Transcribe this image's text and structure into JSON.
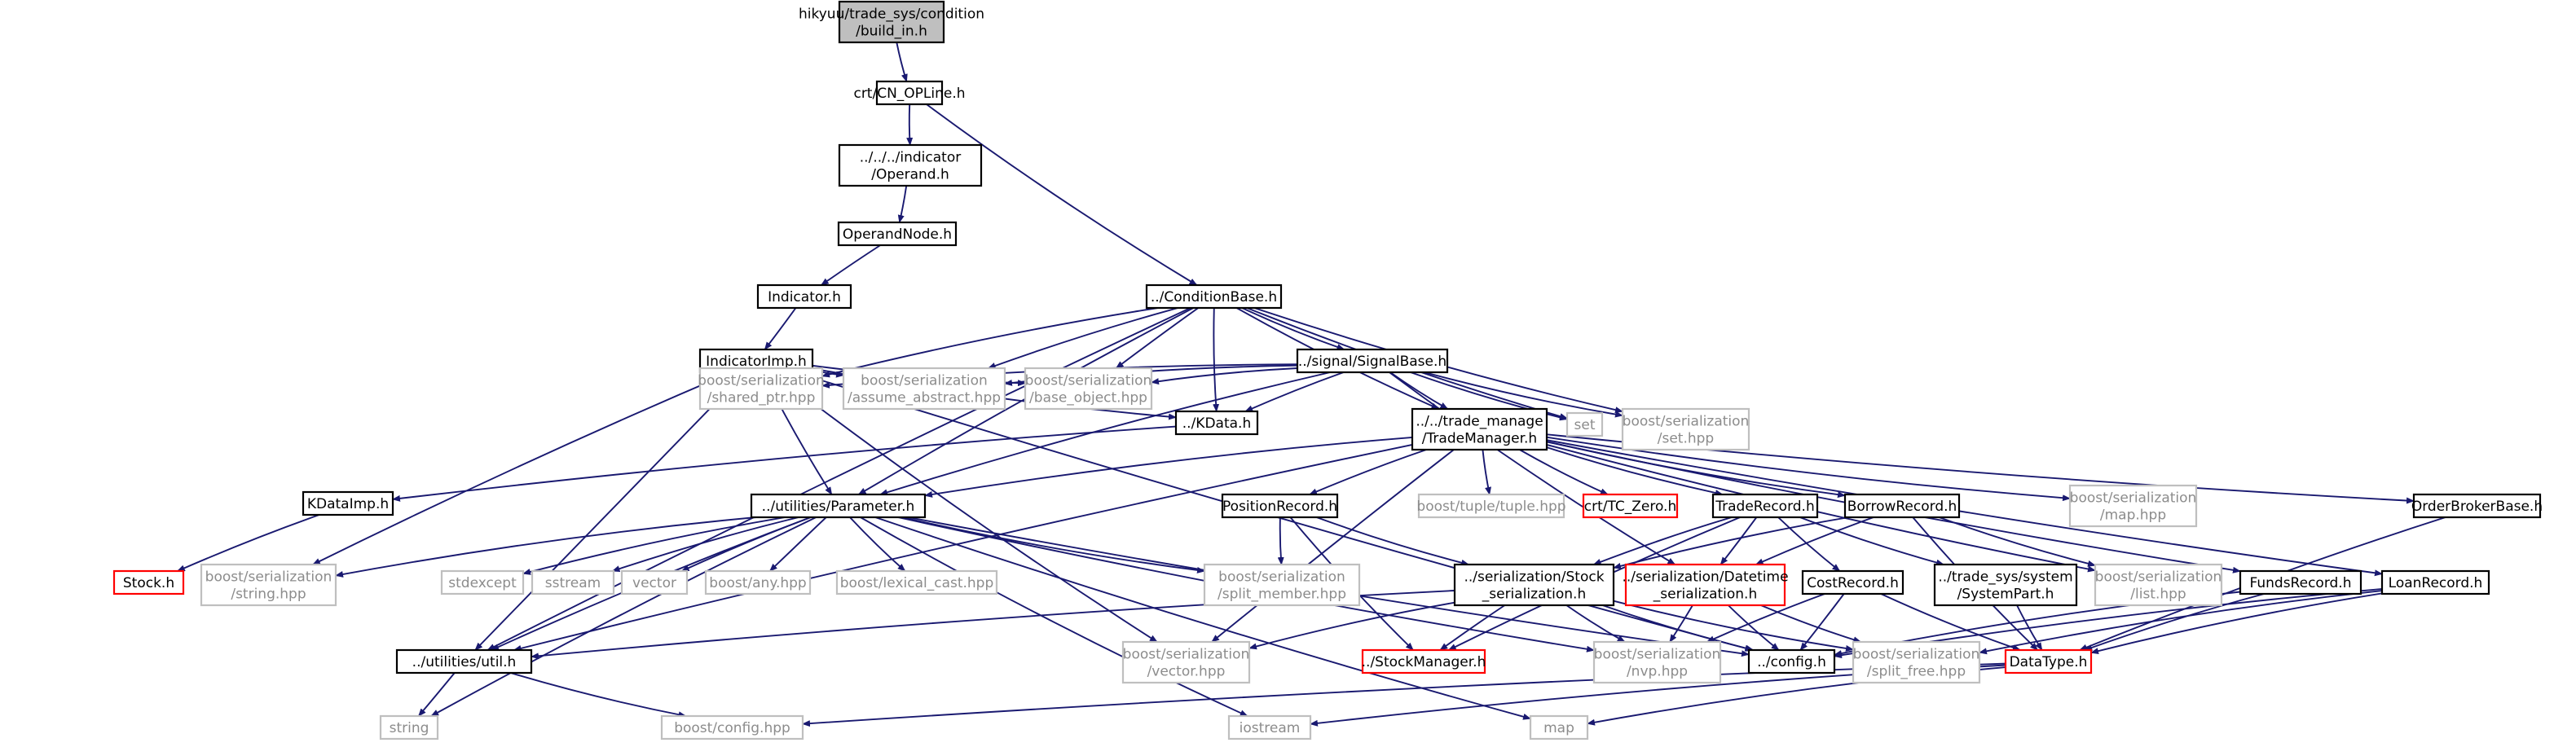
{
  "colors": {
    "edge": "#191970",
    "gray_edge": "#a9a9a9",
    "gray_border": "#bfbfbf",
    "gray_text": "#8c8c8c",
    "red_border": "#ff0000",
    "black": "#000000",
    "root_fill": "#bfbfbf"
  },
  "nodes": [
    {
      "id": "root",
      "lines": [
        "hikyuu/trade_sys/condition",
        "/build_in.h"
      ],
      "style": "root"
    },
    {
      "id": "cn_opline",
      "lines": [
        "crt/CN_OPLine.h"
      ],
      "style": "normal"
    },
    {
      "id": "operand",
      "lines": [
        "../../../indicator",
        "/Operand.h"
      ],
      "style": "normal"
    },
    {
      "id": "operandnode",
      "lines": [
        "OperandNode.h"
      ],
      "style": "normal"
    },
    {
      "id": "indicator",
      "lines": [
        "Indicator.h"
      ],
      "style": "normal"
    },
    {
      "id": "conditionbase",
      "lines": [
        "../ConditionBase.h"
      ],
      "style": "normal"
    },
    {
      "id": "indicatorimp",
      "lines": [
        "IndicatorImp.h"
      ],
      "style": "normal"
    },
    {
      "id": "signalbase",
      "lines": [
        "../signal/SignalBase.h"
      ],
      "style": "normal"
    },
    {
      "id": "bs_shared_ptr",
      "lines": [
        "boost/serialization",
        "/shared_ptr.hpp"
      ],
      "style": "gray"
    },
    {
      "id": "bs_assume_abstract",
      "lines": [
        "boost/serialization",
        "/assume_abstract.hpp"
      ],
      "style": "gray"
    },
    {
      "id": "bs_base_object",
      "lines": [
        "boost/serialization",
        "/base_object.hpp"
      ],
      "style": "gray"
    },
    {
      "id": "kdata",
      "lines": [
        "../KData.h"
      ],
      "style": "normal"
    },
    {
      "id": "trademanager",
      "lines": [
        "../../trade_manage",
        "/TradeManager.h"
      ],
      "style": "normal"
    },
    {
      "id": "set",
      "lines": [
        "set"
      ],
      "style": "gray"
    },
    {
      "id": "bs_set",
      "lines": [
        "boost/serialization",
        "/set.hpp"
      ],
      "style": "gray"
    },
    {
      "id": "kdataimp",
      "lines": [
        "KDataImp.h"
      ],
      "style": "normal"
    },
    {
      "id": "parameter",
      "lines": [
        "../utilities/Parameter.h"
      ],
      "style": "normal"
    },
    {
      "id": "positionrecord",
      "lines": [
        "PositionRecord.h"
      ],
      "style": "normal"
    },
    {
      "id": "boost_tuple",
      "lines": [
        "boost/tuple/tuple.hpp"
      ],
      "style": "gray"
    },
    {
      "id": "tc_zero",
      "lines": [
        "crt/TC_Zero.h"
      ],
      "style": "red"
    },
    {
      "id": "traderecord",
      "lines": [
        "TradeRecord.h"
      ],
      "style": "normal"
    },
    {
      "id": "borrowrecord",
      "lines": [
        "BorrowRecord.h"
      ],
      "style": "normal"
    },
    {
      "id": "bs_map",
      "lines": [
        "boost/serialization",
        "/map.hpp"
      ],
      "style": "gray"
    },
    {
      "id": "orderbrokerbase",
      "lines": [
        "OrderBrokerBase.h"
      ],
      "style": "normal"
    },
    {
      "id": "stock",
      "lines": [
        "Stock.h"
      ],
      "style": "red"
    },
    {
      "id": "bs_string",
      "lines": [
        "boost/serialization",
        "/string.hpp"
      ],
      "style": "gray"
    },
    {
      "id": "stdexcept",
      "lines": [
        "stdexcept"
      ],
      "style": "gray"
    },
    {
      "id": "sstream",
      "lines": [
        "sstream"
      ],
      "style": "gray"
    },
    {
      "id": "vector",
      "lines": [
        "vector"
      ],
      "style": "gray"
    },
    {
      "id": "boost_any",
      "lines": [
        "boost/any.hpp"
      ],
      "style": "gray"
    },
    {
      "id": "boost_lexical_cast",
      "lines": [
        "boost/lexical_cast.hpp"
      ],
      "style": "gray"
    },
    {
      "id": "bs_split_member",
      "lines": [
        "boost/serialization",
        "/split_member.hpp"
      ],
      "style": "gray"
    },
    {
      "id": "ser_stock",
      "lines": [
        "../serialization/Stock",
        "_serialization.h"
      ],
      "style": "normal"
    },
    {
      "id": "ser_datetime",
      "lines": [
        "../serialization/Datetime",
        "_serialization.h"
      ],
      "style": "red"
    },
    {
      "id": "costrecord",
      "lines": [
        "CostRecord.h"
      ],
      "style": "normal"
    },
    {
      "id": "systempart",
      "lines": [
        "../trade_sys/system",
        "/SystemPart.h"
      ],
      "style": "normal"
    },
    {
      "id": "bs_list",
      "lines": [
        "boost/serialization",
        "/list.hpp"
      ],
      "style": "gray"
    },
    {
      "id": "fundsrecord",
      "lines": [
        "FundsRecord.h"
      ],
      "style": "normal"
    },
    {
      "id": "loanrecord",
      "lines": [
        "LoanRecord.h"
      ],
      "style": "normal"
    },
    {
      "id": "util",
      "lines": [
        "../utilities/util.h"
      ],
      "style": "normal"
    },
    {
      "id": "bs_vector",
      "lines": [
        "boost/serialization",
        "/vector.hpp"
      ],
      "style": "gray"
    },
    {
      "id": "stockmanager",
      "lines": [
        "../StockManager.h"
      ],
      "style": "red"
    },
    {
      "id": "bs_nvp",
      "lines": [
        "boost/serialization",
        "/nvp.hpp"
      ],
      "style": "gray"
    },
    {
      "id": "config",
      "lines": [
        "../config.h"
      ],
      "style": "normal"
    },
    {
      "id": "bs_split_free",
      "lines": [
        "boost/serialization",
        "/split_free.hpp"
      ],
      "style": "gray"
    },
    {
      "id": "datatype",
      "lines": [
        "DataType.h"
      ],
      "style": "red"
    },
    {
      "id": "string",
      "lines": [
        "string"
      ],
      "style": "gray"
    },
    {
      "id": "boost_config",
      "lines": [
        "boost/config.hpp"
      ],
      "style": "gray"
    },
    {
      "id": "iostream",
      "lines": [
        "iostream"
      ],
      "style": "gray"
    },
    {
      "id": "map",
      "lines": [
        "map"
      ],
      "style": "gray"
    }
  ],
  "edges": [
    [
      "root",
      "cn_opline"
    ],
    [
      "cn_opline",
      "operand"
    ],
    [
      "cn_opline",
      "conditionbase"
    ],
    [
      "operand",
      "operandnode"
    ],
    [
      "operandnode",
      "indicator"
    ],
    [
      "indicator",
      "indicatorimp"
    ],
    [
      "conditionbase",
      "signalbase"
    ],
    [
      "conditionbase",
      "bs_shared_ptr"
    ],
    [
      "conditionbase",
      "bs_assume_abstract"
    ],
    [
      "conditionbase",
      "bs_base_object"
    ],
    [
      "conditionbase",
      "kdata"
    ],
    [
      "conditionbase",
      "trademanager"
    ],
    [
      "conditionbase",
      "set"
    ],
    [
      "conditionbase",
      "bs_set"
    ],
    [
      "conditionbase",
      "parameter"
    ],
    [
      "conditionbase",
      "util"
    ],
    [
      "indicatorimp",
      "bs_shared_ptr"
    ],
    [
      "indicatorimp",
      "bs_assume_abstract"
    ],
    [
      "indicatorimp",
      "bs_base_object"
    ],
    [
      "indicatorimp",
      "kdata"
    ],
    [
      "indicatorimp",
      "parameter"
    ],
    [
      "indicatorimp",
      "bs_string"
    ],
    [
      "indicatorimp",
      "util"
    ],
    [
      "indicatorimp",
      "bs_vector"
    ],
    [
      "indicatorimp",
      "config"
    ],
    [
      "signalbase",
      "bs_shared_ptr"
    ],
    [
      "signalbase",
      "bs_assume_abstract"
    ],
    [
      "signalbase",
      "bs_base_object"
    ],
    [
      "signalbase",
      "kdata"
    ],
    [
      "signalbase",
      "trademanager"
    ],
    [
      "signalbase",
      "set"
    ],
    [
      "signalbase",
      "bs_set"
    ],
    [
      "signalbase",
      "parameter"
    ],
    [
      "signalbase",
      "ser_datetime"
    ],
    [
      "kdata",
      "kdataimp"
    ],
    [
      "kdataimp",
      "stock"
    ],
    [
      "trademanager",
      "parameter"
    ],
    [
      "trademanager",
      "positionrecord"
    ],
    [
      "trademanager",
      "boost_tuple"
    ],
    [
      "trademanager",
      "tc_zero"
    ],
    [
      "trademanager",
      "traderecord"
    ],
    [
      "trademanager",
      "borrowrecord"
    ],
    [
      "trademanager",
      "bs_map"
    ],
    [
      "trademanager",
      "orderbrokerbase"
    ],
    [
      "trademanager",
      "fundsrecord"
    ],
    [
      "trademanager",
      "loanrecord"
    ],
    [
      "trademanager",
      "bs_vector"
    ],
    [
      "trademanager",
      "bs_list"
    ],
    [
      "trademanager",
      "util"
    ],
    [
      "parameter",
      "bs_string"
    ],
    [
      "parameter",
      "stdexcept"
    ],
    [
      "parameter",
      "sstream"
    ],
    [
      "parameter",
      "vector"
    ],
    [
      "parameter",
      "boost_any"
    ],
    [
      "parameter",
      "boost_lexical_cast"
    ],
    [
      "parameter",
      "bs_split_member"
    ],
    [
      "parameter",
      "bs_nvp"
    ],
    [
      "parameter",
      "string"
    ],
    [
      "parameter",
      "iostream"
    ],
    [
      "parameter",
      "map"
    ],
    [
      "parameter",
      "util"
    ],
    [
      "parameter",
      "config"
    ],
    [
      "positionrecord",
      "bs_split_member"
    ],
    [
      "positionrecord",
      "ser_stock"
    ],
    [
      "positionrecord",
      "stockmanager"
    ],
    [
      "traderecord",
      "ser_stock"
    ],
    [
      "traderecord",
      "ser_datetime"
    ],
    [
      "traderecord",
      "costrecord"
    ],
    [
      "traderecord",
      "systempart"
    ],
    [
      "traderecord",
      "stockmanager"
    ],
    [
      "borrowrecord",
      "ser_stock"
    ],
    [
      "borrowrecord",
      "ser_datetime"
    ],
    [
      "borrowrecord",
      "bs_list"
    ],
    [
      "borrowrecord",
      "datatype"
    ],
    [
      "ser_stock",
      "util"
    ],
    [
      "ser_stock",
      "bs_vector"
    ],
    [
      "ser_stock",
      "stockmanager"
    ],
    [
      "ser_stock",
      "bs_nvp"
    ],
    [
      "ser_stock",
      "config"
    ],
    [
      "ser_stock",
      "bs_split_free"
    ],
    [
      "ser_datetime",
      "bs_nvp"
    ],
    [
      "ser_datetime",
      "config"
    ],
    [
      "ser_datetime",
      "bs_split_free"
    ],
    [
      "costrecord",
      "config"
    ],
    [
      "costrecord",
      "bs_nvp"
    ],
    [
      "costrecord",
      "datatype"
    ],
    [
      "systempart",
      "datatype"
    ],
    [
      "fundsrecord",
      "config"
    ],
    [
      "fundsrecord",
      "datatype"
    ],
    [
      "loanrecord",
      "config"
    ],
    [
      "loanrecord",
      "datatype"
    ],
    [
      "loanrecord",
      "bs_split_free"
    ],
    [
      "orderbrokerbase",
      "datatype"
    ],
    [
      "util",
      "string"
    ],
    [
      "util",
      "boost_config"
    ],
    [
      "datatype",
      "boost_config"
    ],
    [
      "datatype",
      "iostream"
    ],
    [
      "datatype",
      "map"
    ]
  ]
}
